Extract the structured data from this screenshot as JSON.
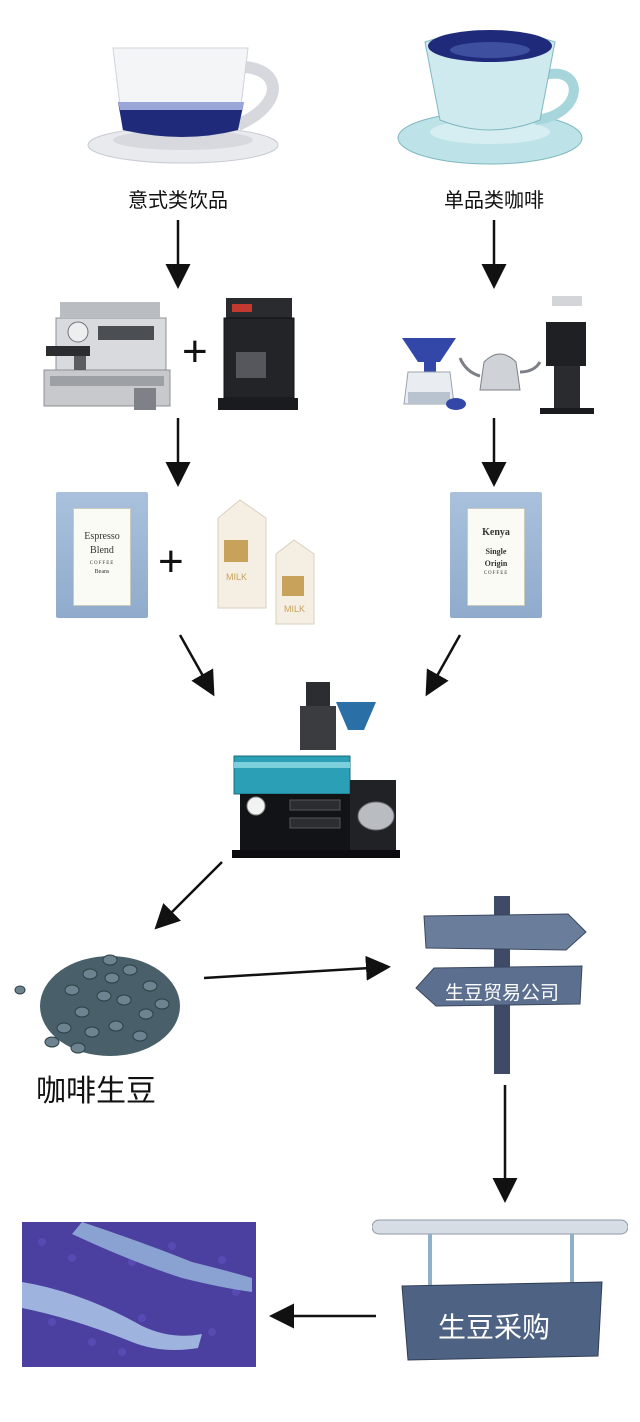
{
  "diagram": {
    "labels": {
      "espresso_drinks": "意式类饮品",
      "single_origin": "单品类咖啡",
      "green_beans": "咖啡生豆",
      "trading_company": "生豆贸易公司",
      "procurement": "生豆采购"
    },
    "bags": {
      "espresso": {
        "line1": "Espresso",
        "line2": "Blend",
        "line3": "COFFEE",
        "line4": "Beans"
      },
      "kenya": {
        "line1": "Kenya",
        "line2": "Single",
        "line3": "Origin",
        "line4": "COFFEE"
      }
    },
    "milk_text": "MILK",
    "plus_sign": "+",
    "colors": {
      "accent_blue": "#1f2a7a",
      "cup_blue": "#bde3e8",
      "roaster_teal": "#2a9fb5",
      "sign_wood": "#5c6f8f",
      "purple_photo": "#4b3f9f"
    }
  }
}
